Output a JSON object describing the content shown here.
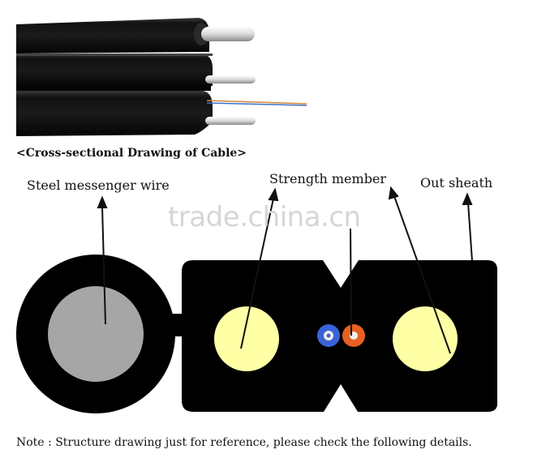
{
  "caption": "<Cross-sectional Drawing of Cable>",
  "labels": {
    "steel_messenger": "Steel messenger wire",
    "strength_member": "Strength member",
    "out_sheath": "Out sheath"
  },
  "note": "Note : Structure drawing just for reference, please check the following details.",
  "watermark": "trade.china.cn",
  "colors": {
    "sheath": "#000000",
    "steel_wire": "#a6a6a6",
    "strength_member": "#ffffa6",
    "fiber_blue": "#3a63d6",
    "fiber_orange": "#e8601f",
    "fiber_core": "#eeeeee",
    "leader_line": "#111111"
  }
}
